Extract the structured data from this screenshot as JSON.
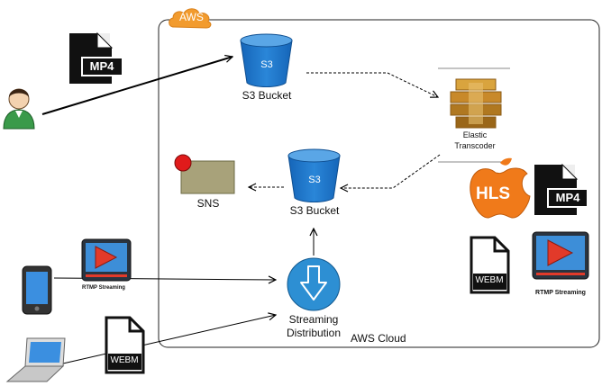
{
  "cloud": {
    "badge": "AWS",
    "label": "AWS Cloud"
  },
  "nodes": {
    "s3_bucket_top": {
      "icon_text": "S3",
      "label": "S3 Bucket"
    },
    "s3_bucket_mid": {
      "icon_text": "S3",
      "label": "S3 Bucket"
    },
    "transcoder": {
      "label_line1": "Elastic",
      "label_line2": "Transcoder"
    },
    "sns": {
      "label": "SNS"
    },
    "streaming": {
      "label_line1": "Streaming",
      "label_line2": "Distribution"
    }
  },
  "files": {
    "mp4_left": "MP4",
    "mp4_right": "MP4",
    "hls": "HLS",
    "webm_right": "WEBM",
    "webm_bottom": "WEBM",
    "rtmp_left": "RTMP Streaming",
    "rtmp_right": "RTMP Streaming"
  },
  "colors": {
    "cloud_badge": "#f29b2e",
    "s3_blue": "#1a73c7",
    "streaming_blue": "#2d8fd3",
    "transcoder_gold": "#c8892a",
    "sns_fill": "#a8a27a",
    "alert_red": "#e01b1b",
    "hls_orange": "#f07a1a",
    "rtmp_red": "#e23a2a"
  }
}
